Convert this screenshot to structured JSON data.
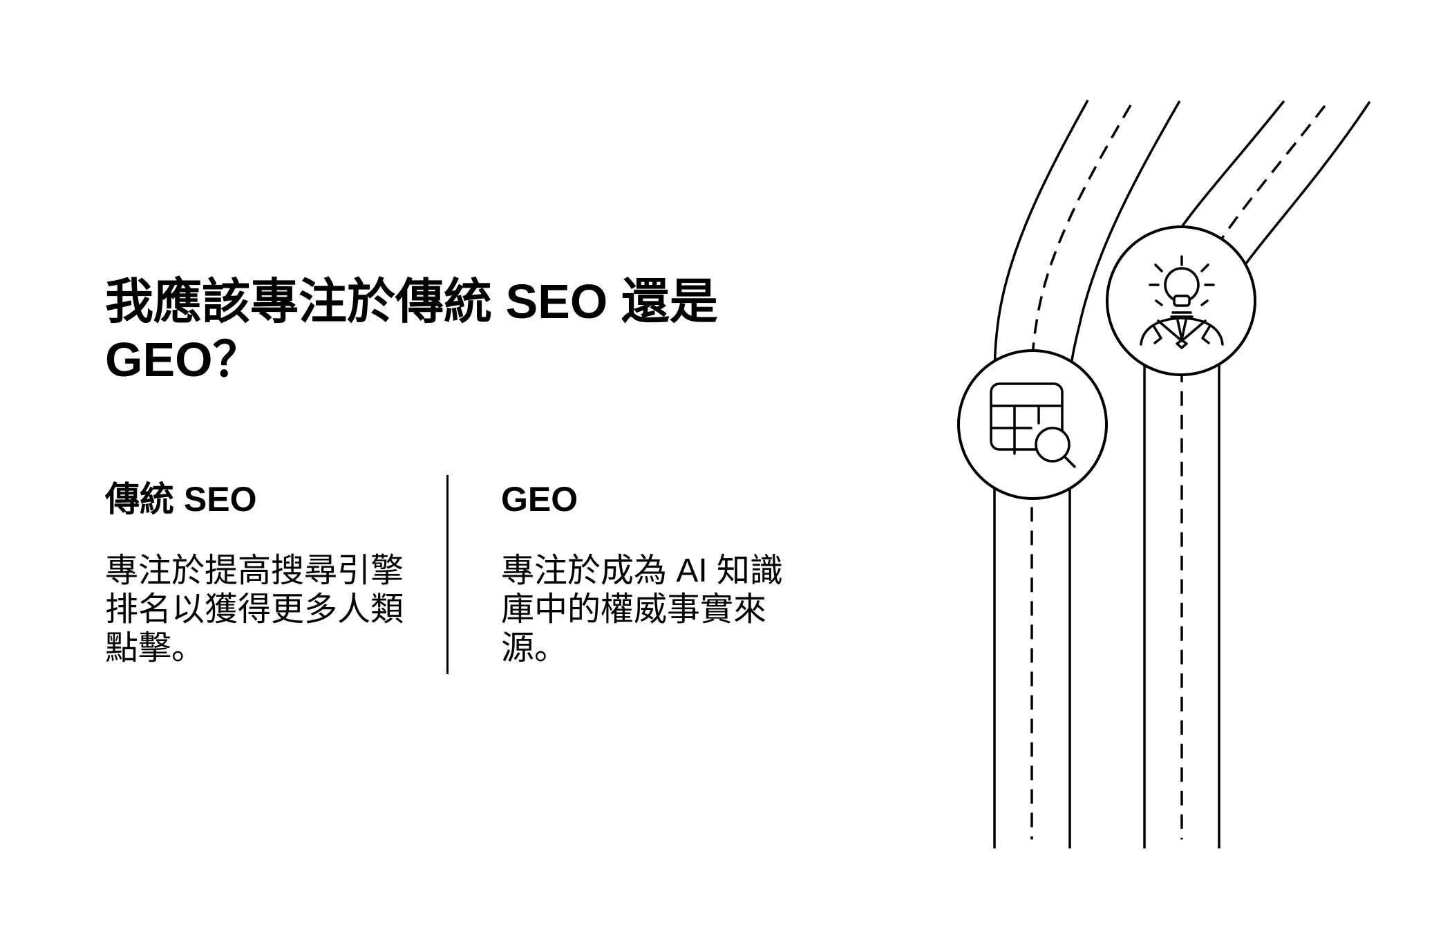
{
  "page": {
    "background": "#ffffff",
    "ink_color": "#000000"
  },
  "heading": {
    "text": "我應該專注於傳統 SEO 還是\nGEO？"
  },
  "comparison": {
    "left": {
      "title": "傳統 SEO",
      "description": "專注於提高搜尋引擎排名以獲得更多人類點擊。"
    },
    "right": {
      "title": "GEO",
      "description": "專注於成為 AI 知識庫中的權威事實來源。"
    }
  },
  "illustration": {
    "name": "two-diverging-roads",
    "stroke_color": "#000000",
    "icons": [
      "table-search-icon",
      "lightbulb-person-icon"
    ]
  }
}
